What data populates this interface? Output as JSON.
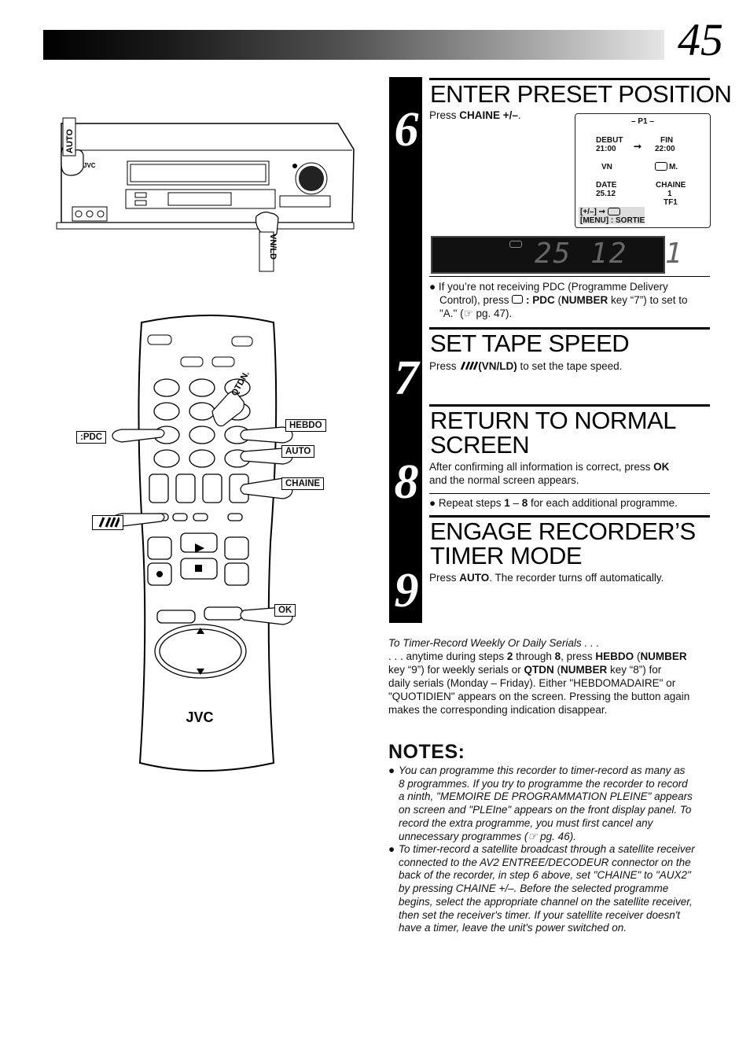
{
  "page": {
    "number": "45"
  },
  "steps": [
    {
      "num": "6",
      "title": "ENTER PRESET POSITION",
      "text_pre": "Press ",
      "text_bold": "CHAINE +/–",
      "text_post": "."
    },
    {
      "num": "7",
      "title": "SET TAPE SPEED",
      "text_pre": "Press ",
      "text_bold": "(VN/LD)",
      "text_post": " to set the tape speed."
    },
    {
      "num": "8",
      "title_line1": "RETURN TO NORMAL",
      "title_line2": "SCREEN",
      "text_pre": "After confirming all information is correct, press ",
      "text_bold": "OK",
      "text_post": "and the normal screen appears."
    },
    {
      "num": "9",
      "title_line1": "ENGAGE RECORDER’S",
      "title_line2": "TIMER MODE",
      "text_pre": "Press ",
      "text_bold": "AUTO",
      "text_post": ". The recorder turns off automatically."
    }
  ],
  "pdc_note": {
    "l1": "If you’re not receiving PDC (Programme Delivery",
    "l2a": "Control), press ",
    "l2b": " : PDC",
    "l2c": " (",
    "l2d": "NUMBER",
    "l2e": " key “7”) to set to",
    "l3": "\"A.\" (☞ pg. 47)."
  },
  "repeat_note": {
    "pre": "Repeat steps ",
    "b1": "1",
    "mid": " – ",
    "b2": "8",
    "post": " for each additional programme."
  },
  "osd": {
    "title": "– P1 –",
    "debut_label": "DEBUT",
    "debut_value": "21:00",
    "arrow": "➞",
    "fin_label": "FIN",
    "fin_value": "22:00",
    "vn": "VN",
    "m": "M.",
    "date_label": "DATE",
    "date_value": "25.12",
    "chaine_label": "CHAINE",
    "chaine_value": "1",
    "station": "TF1",
    "help1": "[+/–] ➞ ",
    "help2": "[MENU] : SORTIE"
  },
  "lcd": {
    "digits": "25 12  1"
  },
  "serials": {
    "heading": "To Timer-Record Weekly Or Daily Serials . . .",
    "l1a": ". . . anytime during steps ",
    "l1b": "2",
    "l1c": " through ",
    "l1d": "8",
    "l1e": ", press ",
    "l1f": "HEBDO",
    "l1g": " (",
    "l1h": "NUMBER",
    "l2a": "key “9”) for weekly serials or ",
    "l2b": "QTDN",
    "l2c": " (",
    "l2d": "NUMBER",
    "l2e": " key “8”) for",
    "l3": "daily serials (Monday – Friday). Either \"HEBDOMADAIRE\" or",
    "l4": "\"QUOTIDIEN\" appears on the screen. Pressing the button again",
    "l5": "makes the corresponding indication disappear."
  },
  "notes": {
    "title": "NOTES:",
    "n1": [
      "You can programme this recorder to timer-record as many as",
      "8 programmes. If you try to programme the recorder to record",
      "a ninth, \"MEMOIRE DE PROGRAMMATION PLEINE\" appears",
      "on screen and \"PLEIne\" appears on the front display panel. To",
      "record the extra programme, you must first cancel any",
      "unnecessary programmes (☞ pg. 46)."
    ],
    "n2": [
      "To timer-record a satellite broadcast through a satellite receiver",
      "connected to the AV2 ENTREE/DECODEUR connector on the",
      "back of the recorder, in step 6 above, set \"CHAINE\" to \"AUX2\"",
      "by pressing CHAINE +/–. Before the selected programme",
      "begins, select the appropriate channel on the satellite receiver,",
      "then set the receiver's timer. If your satellite receiver doesn't",
      "have a timer, leave the unit's power switched on."
    ]
  },
  "vcr": {
    "auto_label": "AUTO",
    "vnld_label": "VN/LD",
    "brand": "JVC"
  },
  "remote": {
    "qtdn": "QTDN.",
    "hebdo": "HEBDO",
    "pdc": ":PDC",
    "auto": "AUTO",
    "chaine": "CHAINE",
    "ok": "OK",
    "brand": "JVC"
  }
}
